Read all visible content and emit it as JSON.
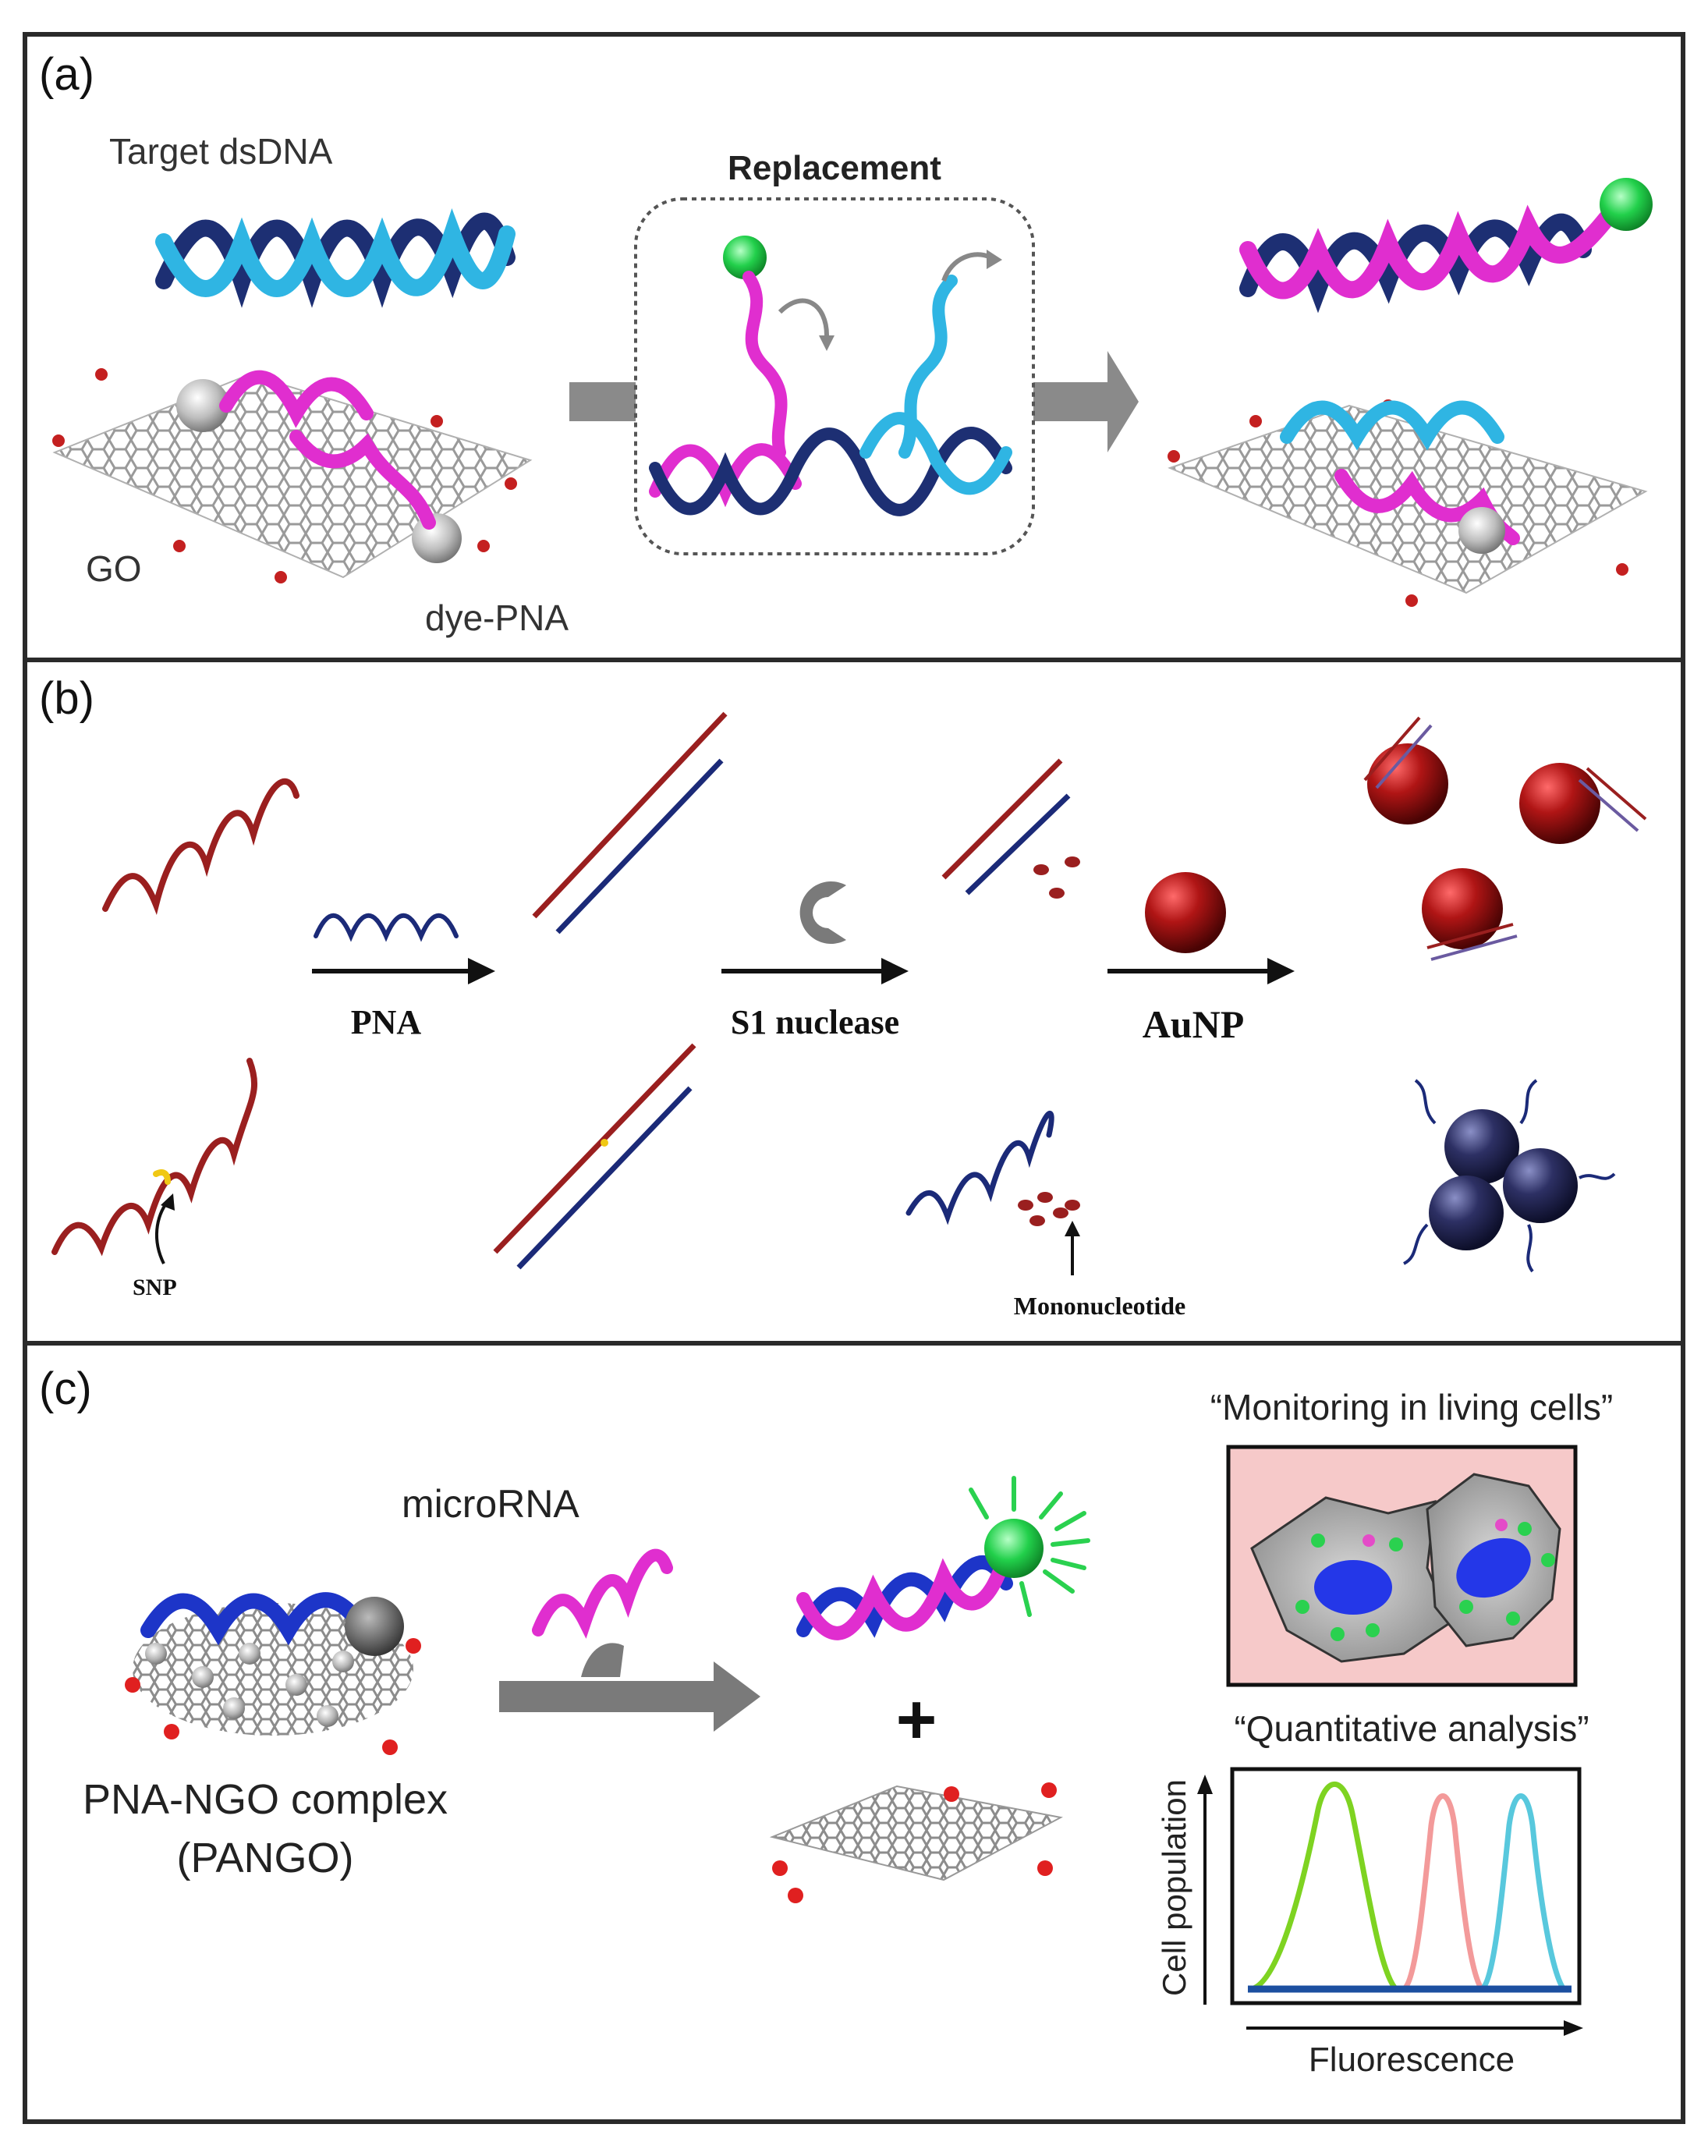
{
  "panels": {
    "a": {
      "label": "(a)",
      "target_label": "Target dsDNA",
      "replacement_label": "Replacement",
      "go_label": "GO",
      "dye_pna_label": "dye-PNA"
    },
    "b": {
      "label": "(b)",
      "pna_label": "PNA",
      "s1_label": "S1 nuclease",
      "aunp_label": "AuNP",
      "snp_label": "SNP",
      "mono_label": "Mononucleotide"
    },
    "c": {
      "label": "(c)",
      "microrna_label": "microRNA",
      "complex_label_line1": "PNA-NGO complex",
      "complex_label_line2": "(PANGO)",
      "plus_sign": "+",
      "monitoring_label": "“Monitoring in living cells”",
      "quant_label": "“Quantitative analysis”",
      "ylabel": "Cell population",
      "xlabel": "Fluorescence"
    }
  },
  "colors": {
    "frame": "#2a2a2a",
    "dna_light_blue": "#2fb5e3",
    "dna_dark_blue": "#1d2f73",
    "pna_magenta": "#e02ecf",
    "dye_green": "#2ad14f",
    "strand_red": "#9a1f1f",
    "strand_navy": "#1b2a78",
    "aunp_red": "#a01010",
    "aunp_blue": "#2b2e5c",
    "cell_bg": "#f6c9c9",
    "nucleus_blue": "#2437e8",
    "peak_green": "#7ed321",
    "peak_pink": "#f39a9a",
    "peak_cyan": "#58c8dd",
    "baseline": "#1c4fa0"
  }
}
